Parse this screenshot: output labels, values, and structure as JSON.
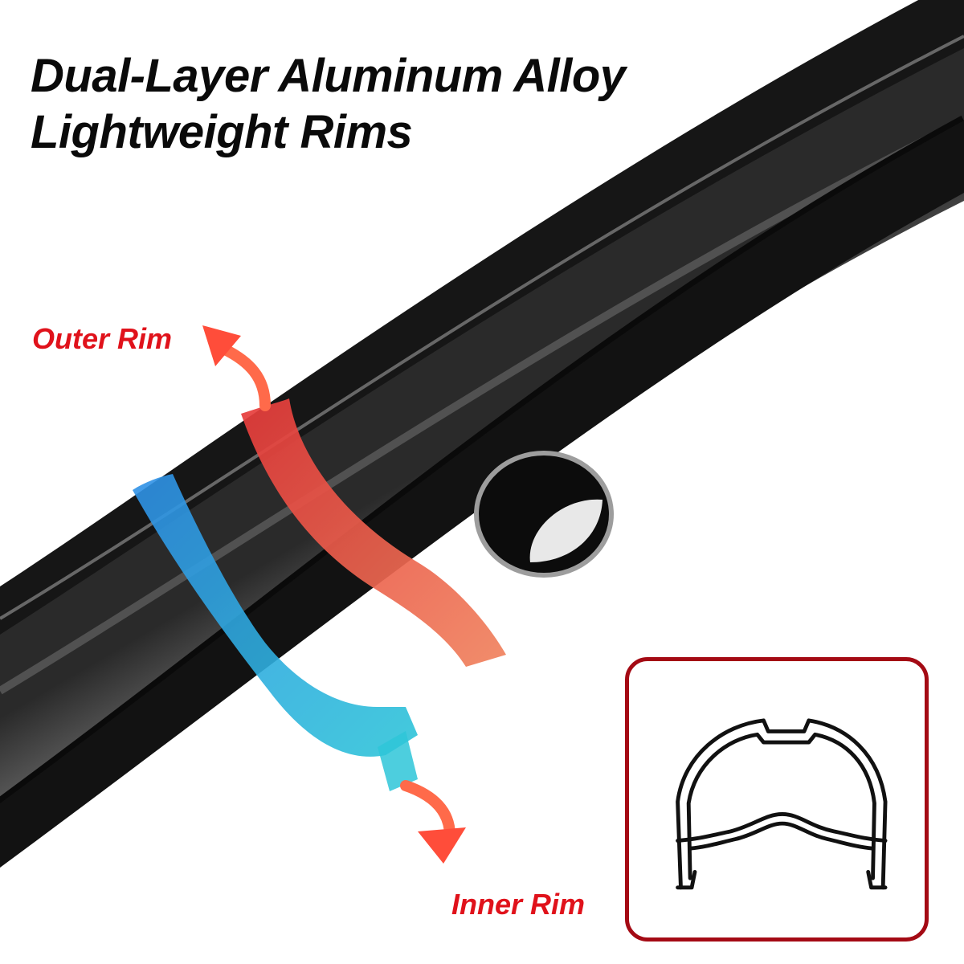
{
  "heading": {
    "line1": "Dual-Layer Aluminum Alloy",
    "line2": "Lightweight Rims"
  },
  "callouts": {
    "outer": "Outer Rim",
    "inner": "Inner Rim",
    "label_color": "#e0121b"
  },
  "colors": {
    "outer_band": "#e63a3a",
    "outer_band_end": "#f0835e",
    "inner_band": "#2f8fe6",
    "inner_band_end": "#2ec5d8",
    "arrow": "#ff5a3c",
    "rim_body": "#1c1c1c",
    "profile_frame": "#a40a14"
  },
  "icons": {
    "profile": "rim-cross-section-icon",
    "valve_hole": "valve-hole-icon",
    "arrow_outer": "curved-arrow-up-icon",
    "arrow_inner": "curved-arrow-down-icon"
  }
}
